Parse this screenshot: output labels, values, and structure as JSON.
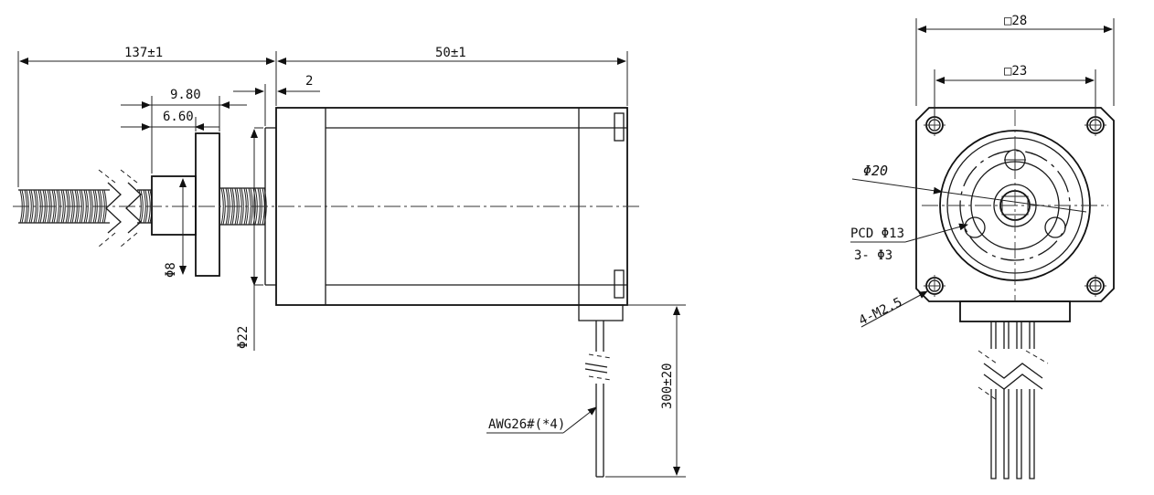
{
  "dimensions": {
    "total_length": "137±1",
    "body_length": "50±1",
    "flange_gap": "2",
    "nut_length": "9.80",
    "nut_flange": "6.60",
    "nut_diameter": "Φ8",
    "pilot_diameter": "Φ22",
    "lead_length": "300±20",
    "wire_spec": "AWG26#(*4)",
    "frame_size": "□28",
    "hole_spacing": "□23",
    "boss_diameter": "Φ20",
    "pcd": "PCD Φ13",
    "pcd_holes": "3- Φ3",
    "mount_holes": "4-M2.5"
  },
  "colors": {
    "line": "#1a1a1a",
    "background": "#ffffff"
  }
}
